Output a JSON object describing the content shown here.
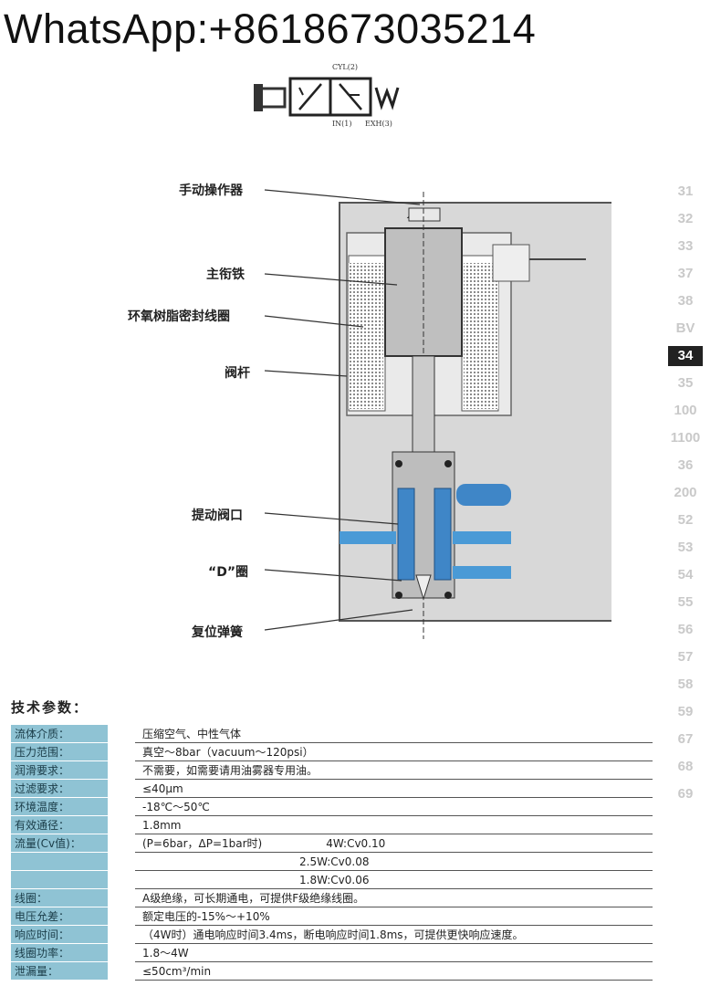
{
  "watermark": "WhatsApp:+8618673035214",
  "symbol": {
    "cyl": "CYL(2)",
    "in": "IN(1)",
    "exh": "EXH(3)"
  },
  "callouts": {
    "manual": "手动操作器",
    "armature": "主衔铁",
    "coil": "环氧树脂密封线圈",
    "stem": "阀杆",
    "poppet": "提动阀口",
    "dring": "“D”圈",
    "spring": "复位弹簧"
  },
  "pager": [
    "31",
    "32",
    "33",
    "37",
    "38",
    "BV",
    "34",
    "35",
    "100",
    "1100",
    "36",
    "200",
    "52",
    "53",
    "54",
    "55",
    "56",
    "57",
    "58",
    "59",
    "67",
    "68",
    "69"
  ],
  "pager_active": "34",
  "spec_title": "技术参数：",
  "specs": [
    {
      "k": "流体介质：",
      "v": "压缩空气、中性气体"
    },
    {
      "k": "压力范围：",
      "v": "真空～8bar（vacuum～120psi）"
    },
    {
      "k": "润滑要求：",
      "v": "不需要，如需要请用油雾器专用油。"
    },
    {
      "k": "过滤要求：",
      "v": "≤40μm"
    },
    {
      "k": "环境温度：",
      "v": "-18℃～50℃"
    },
    {
      "k": "有效通径：",
      "v": "1.8mm"
    },
    {
      "k": "流量(Cv值)：",
      "v": "(P=6bar，ΔP=1bar时)",
      "extra": "4W:Cv0.10"
    },
    {
      "k": "",
      "v": "2.5W:Cv0.08"
    },
    {
      "k": "",
      "v": "1.8W:Cv0.06"
    },
    {
      "k": "线圈：",
      "v": "A级绝缘，可长期通电，可提供F级绝缘线圈。"
    },
    {
      "k": "电压允差：",
      "v": "额定电压的-15%～+10%"
    },
    {
      "k": "响应时间：",
      "v": "（4W时）通电响应时间3.4ms，断电响应时间1.8ms，可提供更快响应速度。"
    },
    {
      "k": "线圈功率：",
      "v": "1.8～4W"
    },
    {
      "k": "泄漏量：",
      "v": "≤50cm³/min"
    }
  ]
}
